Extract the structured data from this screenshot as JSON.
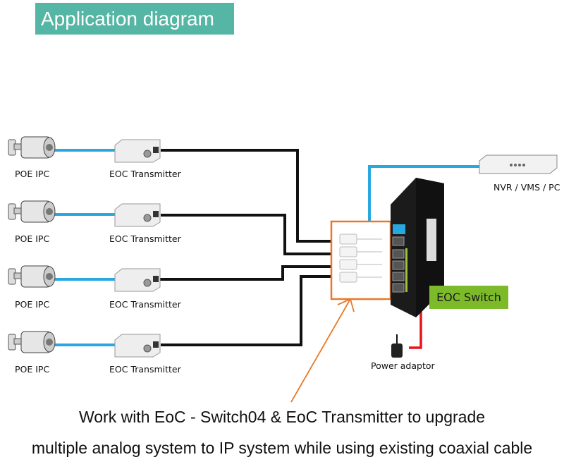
{
  "header": {
    "title": "Application diagram"
  },
  "devices": {
    "cameras": [
      {
        "label": "POE IPC"
      },
      {
        "label": "POE IPC"
      },
      {
        "label": "POE IPC"
      },
      {
        "label": "POE IPC"
      }
    ],
    "transmitters": [
      {
        "label": "EOC Transmitter"
      },
      {
        "label": "EOC Transmitter"
      },
      {
        "label": "EOC Transmitter"
      },
      {
        "label": "EOC Transmitter"
      }
    ],
    "nvr": {
      "label": "NVR / VMS / PC"
    },
    "switch": {
      "label": "EOC Switch"
    },
    "power": {
      "label": "Power adaptor"
    }
  },
  "colors": {
    "title_bg": "#55b6a5",
    "ethernet_cable": "#29a8e0",
    "coax_cable": "#111111",
    "power_cable": "#e8141b",
    "highlight": "#e8792a",
    "switch_label_bg": "#7cba2a"
  },
  "caption": {
    "line1": "Work with EoC - Switch04 & EoC Transmitter to upgrade",
    "line2": "multiple analog system to IP system while using existing coaxial cable"
  }
}
